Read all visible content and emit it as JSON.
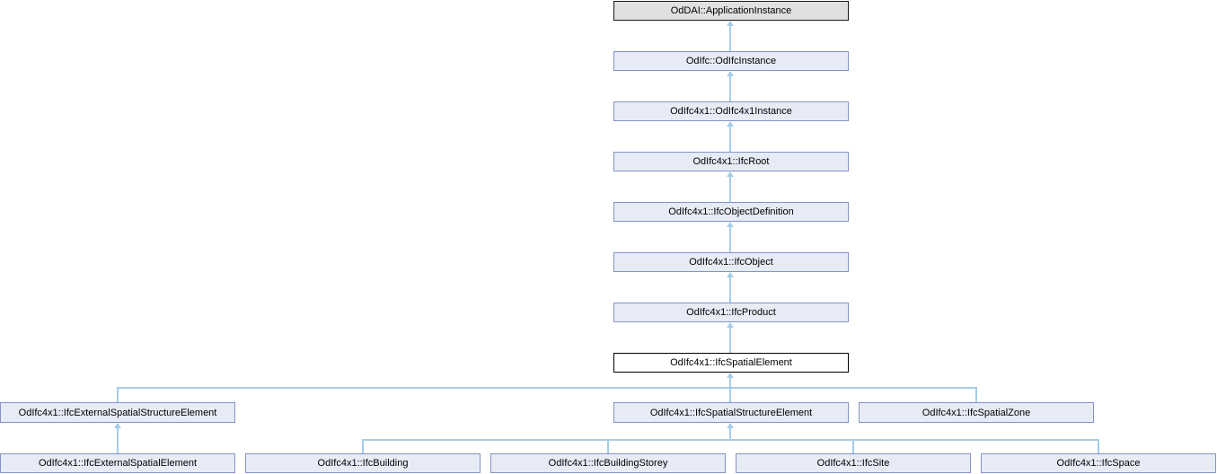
{
  "diagram": {
    "type": "class-inheritance-diagram",
    "current_class": "OdIfc4x1::IfcSpatialElement",
    "background": "#ffffff",
    "colors": {
      "node_fill": "#e7ebf6",
      "node_border": "#8494c6",
      "external_node_fill": "#e0e0e0",
      "external_node_border": "#1a1a1a",
      "current_node_fill": "#ffffff",
      "current_node_border": "#000000",
      "edge": "#a6cde8",
      "text": "#000000"
    },
    "nodes": [
      {
        "label": "OdDAI::ApplicationInstance",
        "style": "external"
      },
      {
        "label": "OdIfc::OdIfcInstance",
        "style": "normal"
      },
      {
        "label": "OdIfc4x1::OdIfc4x1Instance",
        "style": "normal"
      },
      {
        "label": "OdIfc4x1::IfcRoot",
        "style": "normal"
      },
      {
        "label": "OdIfc4x1::IfcObjectDefinition",
        "style": "normal"
      },
      {
        "label": "OdIfc4x1::IfcObject",
        "style": "normal"
      },
      {
        "label": "OdIfc4x1::IfcProduct",
        "style": "normal"
      },
      {
        "label": "OdIfc4x1::IfcSpatialElement",
        "style": "current"
      },
      {
        "label": "OdIfc4x1::IfcExternalSpatialStructureElement",
        "style": "normal"
      },
      {
        "label": "OdIfc4x1::IfcSpatialStructureElement",
        "style": "normal"
      },
      {
        "label": "OdIfc4x1::IfcSpatialZone",
        "style": "normal"
      },
      {
        "label": "OdIfc4x1::IfcExternalSpatialElement",
        "style": "normal"
      },
      {
        "label": "OdIfc4x1::IfcBuilding",
        "style": "normal"
      },
      {
        "label": "OdIfc4x1::IfcBuildingStorey",
        "style": "normal"
      },
      {
        "label": "OdIfc4x1::IfcSite",
        "style": "normal"
      },
      {
        "label": "OdIfc4x1::IfcSpace",
        "style": "normal"
      }
    ],
    "edges": [
      {
        "derived": "OdIfc::OdIfcInstance",
        "base": "OdDAI::ApplicationInstance"
      },
      {
        "derived": "OdIfc4x1::OdIfc4x1Instance",
        "base": "OdIfc::OdIfcInstance"
      },
      {
        "derived": "OdIfc4x1::IfcRoot",
        "base": "OdIfc4x1::OdIfc4x1Instance"
      },
      {
        "derived": "OdIfc4x1::IfcObjectDefinition",
        "base": "OdIfc4x1::IfcRoot"
      },
      {
        "derived": "OdIfc4x1::IfcObject",
        "base": "OdIfc4x1::IfcObjectDefinition"
      },
      {
        "derived": "OdIfc4x1::IfcProduct",
        "base": "OdIfc4x1::IfcObject"
      },
      {
        "derived": "OdIfc4x1::IfcSpatialElement",
        "base": "OdIfc4x1::IfcProduct"
      },
      {
        "derived": "OdIfc4x1::IfcExternalSpatialStructureElement",
        "base": "OdIfc4x1::IfcSpatialElement"
      },
      {
        "derived": "OdIfc4x1::IfcSpatialStructureElement",
        "base": "OdIfc4x1::IfcSpatialElement"
      },
      {
        "derived": "OdIfc4x1::IfcSpatialZone",
        "base": "OdIfc4x1::IfcSpatialElement"
      },
      {
        "derived": "OdIfc4x1::IfcExternalSpatialElement",
        "base": "OdIfc4x1::IfcExternalSpatialStructureElement"
      },
      {
        "derived": "OdIfc4x1::IfcBuilding",
        "base": "OdIfc4x1::IfcSpatialStructureElement"
      },
      {
        "derived": "OdIfc4x1::IfcBuildingStorey",
        "base": "OdIfc4x1::IfcSpatialStructureElement"
      },
      {
        "derived": "OdIfc4x1::IfcSite",
        "base": "OdIfc4x1::IfcSpatialStructureElement"
      },
      {
        "derived": "OdIfc4x1::IfcSpace",
        "base": "OdIfc4x1::IfcSpatialStructureElement"
      }
    ]
  }
}
